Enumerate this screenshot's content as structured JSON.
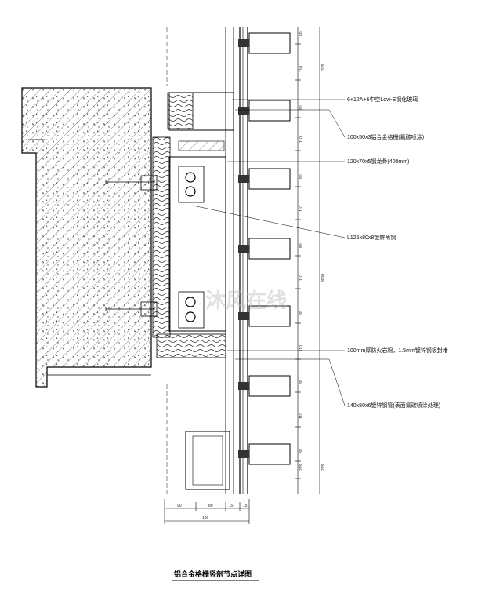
{
  "title": "铝合金格栅竖剖节点详图",
  "watermark": "沐风在线",
  "callouts": [
    "6+12A+6中空Low-E钢化玻璃",
    "100x50x3铝合金格栅(氟碳喷涂)",
    "120x70x5钢龙骨(400mm)",
    "L125x80x8镀锌角钢",
    "100mm厚防火岩棉，1.5mm镀锌钢板封堵",
    "140x80x6镀锌钢管(表面氟碳喷涂处理)"
  ],
  "right_dims": [
    "60",
    "110",
    "80",
    "110",
    "80",
    "110",
    "80",
    "110",
    "80",
    "110",
    "80",
    "110",
    "80",
    "225"
  ],
  "right_overall_dims": [
    "335",
    "3000",
    "225"
  ],
  "bottom_dims": [
    "90",
    "80",
    "37",
    "15"
  ],
  "bottom_overall": "190"
}
